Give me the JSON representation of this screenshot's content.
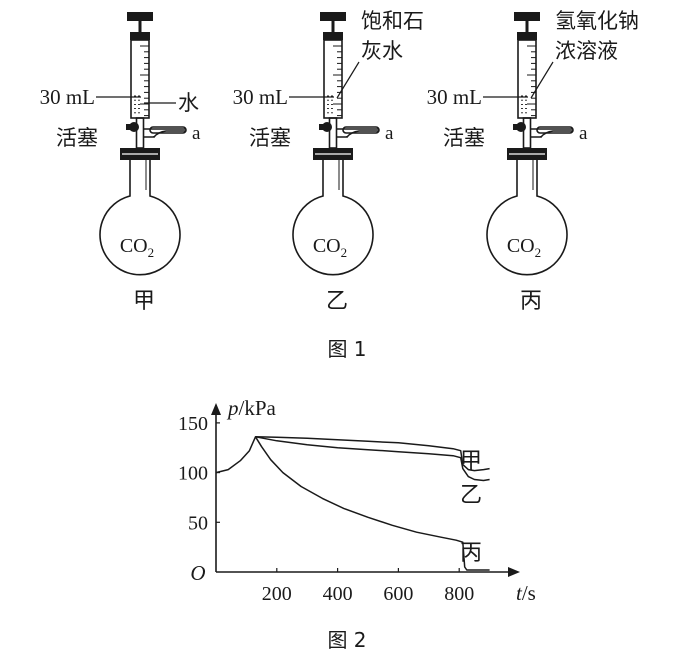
{
  "figure1": {
    "caption": "图 1",
    "volume_label": "30 mL",
    "valve_label": "活塞",
    "outlet_label": "a",
    "gas_label": "CO",
    "gas_subscript": "2",
    "apparatus": [
      {
        "id": "jia",
        "name": "甲",
        "liquid": [
          "水"
        ]
      },
      {
        "id": "yi",
        "name": "乙",
        "liquid": [
          "饱和石",
          "灰水"
        ]
      },
      {
        "id": "bing",
        "name": "丙",
        "liquid": [
          "氢氧化钠",
          "浓溶液"
        ]
      }
    ]
  },
  "figure2": {
    "caption": "图 2",
    "chart_data": {
      "type": "line",
      "xlabel_var": "t",
      "xlabel_unit": "/s",
      "ylabel_var": "p",
      "ylabel_unit": "/kPa",
      "origin_label": "O",
      "xlim": [
        0,
        1000
      ],
      "ylim": [
        0,
        170
      ],
      "xticks": [
        200,
        400,
        600,
        800
      ],
      "yticks": [
        50,
        100,
        150
      ],
      "series": [
        {
          "name": "甲",
          "points": [
            [
              0,
              100
            ],
            [
              40,
              103
            ],
            [
              80,
              112
            ],
            [
              110,
              122
            ],
            [
              130,
              136
            ],
            [
              200,
              135.5
            ],
            [
              300,
              134.5
            ],
            [
              400,
              133
            ],
            [
              500,
              131.5
            ],
            [
              600,
              130
            ],
            [
              700,
              127
            ],
            [
              780,
              124
            ],
            [
              805,
              122
            ],
            [
              812,
              108
            ],
            [
              830,
              103
            ],
            [
              850,
              102
            ],
            [
              880,
              103
            ],
            [
              900,
              104
            ]
          ]
        },
        {
          "name": "乙",
          "points": [
            [
              130,
              136
            ],
            [
              200,
              132
            ],
            [
              300,
              128
            ],
            [
              400,
              125
            ],
            [
              500,
              123
            ],
            [
              600,
              121
            ],
            [
              700,
              119
            ],
            [
              780,
              117
            ],
            [
              805,
              115
            ],
            [
              812,
              104
            ],
            [
              830,
              96
            ],
            [
              850,
              93
            ],
            [
              880,
              92
            ],
            [
              900,
              93
            ]
          ]
        },
        {
          "name": "丙",
          "points": [
            [
              130,
              136
            ],
            [
              150,
              126
            ],
            [
              180,
              113
            ],
            [
              220,
              100
            ],
            [
              280,
              86
            ],
            [
              350,
              74
            ],
            [
              420,
              64
            ],
            [
              500,
              55
            ],
            [
              580,
              47
            ],
            [
              660,
              40
            ],
            [
              740,
              35
            ],
            [
              790,
              32
            ],
            [
              812,
              30
            ],
            [
              818,
              5
            ],
            [
              825,
              2
            ],
            [
              860,
              2
            ],
            [
              900,
              2
            ]
          ]
        }
      ]
    }
  }
}
